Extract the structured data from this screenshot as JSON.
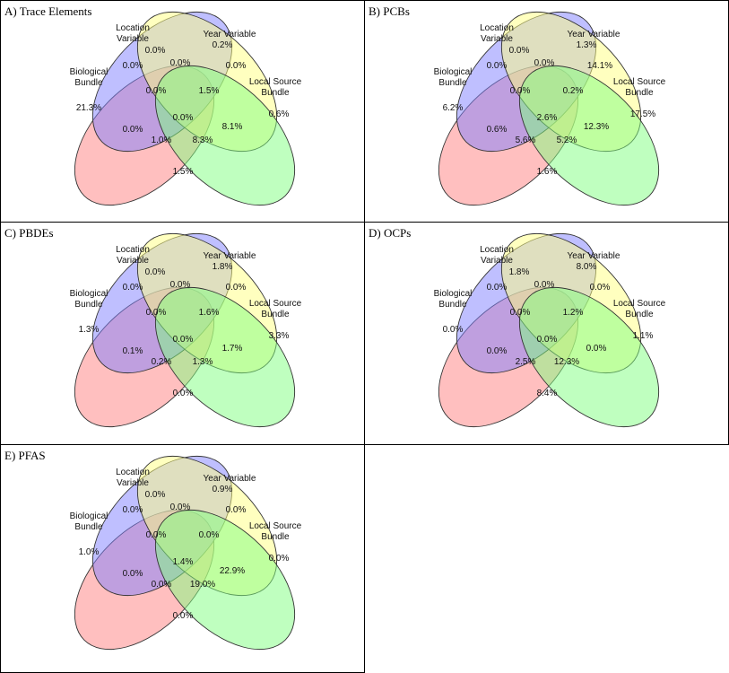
{
  "set_labels": {
    "location": [
      "Location",
      "Variable"
    ],
    "year": [
      "Year Variable"
    ],
    "biological": [
      "Biological",
      "Bundle"
    ],
    "local": [
      "Local Source",
      "Bundle"
    ]
  },
  "colors": {
    "location": "#8080ff",
    "year": "#ffff80",
    "biological": "#ff8080",
    "local": "#80ff80"
  },
  "panels": [
    {
      "title": "A) Trace Elements",
      "regions": {
        "L": "0.0%",
        "Y": "0.2%",
        "B": "21.3%",
        "S": "0.6%",
        "LY": "0.0%",
        "BL": "0.0%",
        "YS": "0.0%",
        "BLY": "0.0%",
        "LYS": "1.5%",
        "BY": "0.0%",
        "LS": "8.1%",
        "BLYS": "0.0%",
        "BYS": "1.0%",
        "BLS": "8.3%",
        "BS": "1.5%"
      }
    },
    {
      "title": "B) PCBs",
      "regions": {
        "L": "0.0%",
        "Y": "1.3%",
        "B": "6.2%",
        "S": "17.5%",
        "LY": "0.0%",
        "BL": "0.0%",
        "YS": "14.1%",
        "BLY": "0.0%",
        "LYS": "0.2%",
        "BY": "0.6%",
        "LS": "12.3%",
        "BLYS": "2.6%",
        "BYS": "5.6%",
        "BLS": "5.2%",
        "BS": "1.6%"
      }
    },
    {
      "title": "C) PBDEs",
      "regions": {
        "L": "0.0%",
        "Y": "1.8%",
        "B": "1.3%",
        "S": "3.3%",
        "LY": "0.0%",
        "BL": "0.0%",
        "YS": "0.0%",
        "BLY": "0.0%",
        "LYS": "1.6%",
        "BY": "0.1%",
        "LS": "1.7%",
        "BLYS": "0.0%",
        "BYS": "0.2%",
        "BLS": "1.3%",
        "BS": "0.0%"
      }
    },
    {
      "title": "D) OCPs",
      "regions": {
        "L": "1.8%",
        "Y": "8.0%",
        "B": "0.0%",
        "S": "1.1%",
        "LY": "0.0%",
        "BL": "0.0%",
        "YS": "0.0%",
        "BLY": "0.0%",
        "LYS": "1.2%",
        "BY": "0.0%",
        "LS": "0.0%",
        "BLYS": "0.0%",
        "BYS": "2.5%",
        "BLS": "12.3%",
        "BS": "8.4%"
      }
    },
    {
      "title": "E) PFAS",
      "regions": {
        "L": "0.0%",
        "Y": "0.9%",
        "B": "1.0%",
        "S": "0.0%",
        "LY": "0.0%",
        "BL": "0.0%",
        "YS": "0.0%",
        "BLY": "0.0%",
        "LYS": "0.0%",
        "BY": "0.0%",
        "LS": "22.9%",
        "BLYS": "1.4%",
        "BYS": "0.0%",
        "BLS": "19.0%",
        "BS": "0.0%"
      }
    }
  ]
}
